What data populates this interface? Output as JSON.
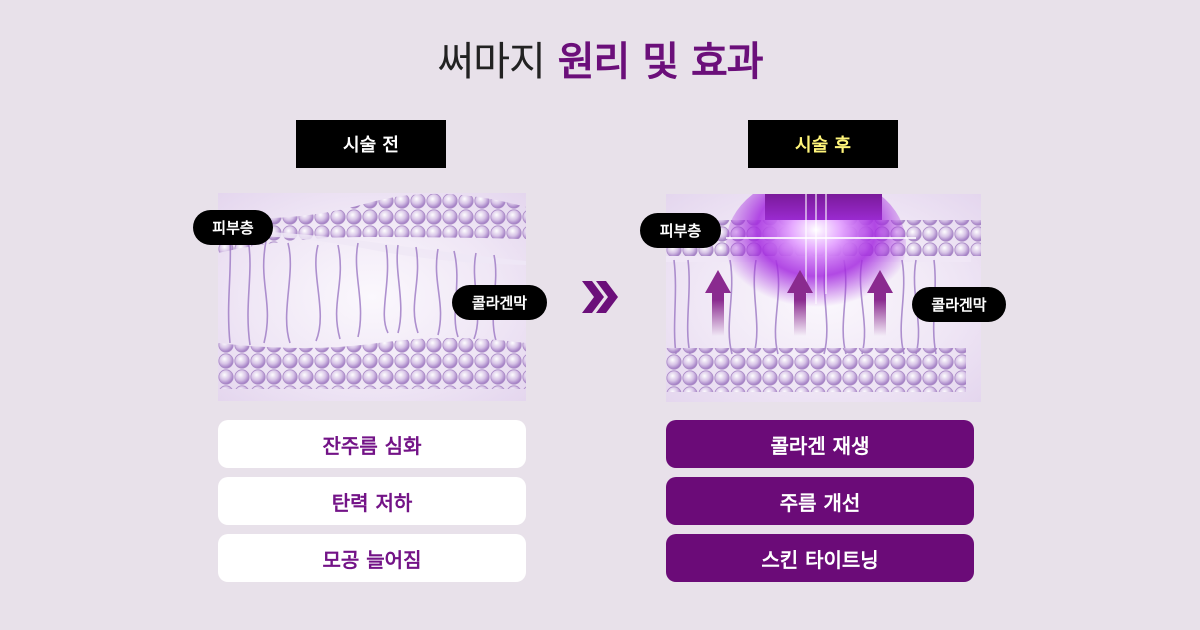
{
  "title": {
    "light": "써마지",
    "bold": "원리 및 효과",
    "bold_color": "#6b0f7a"
  },
  "before": {
    "tag": "시술 전",
    "labels": {
      "skin_layer": "피부층",
      "collagen": "콜라겐막"
    },
    "results": [
      "잔주름 심화",
      "탄력 저하",
      "모공 늘어짐"
    ]
  },
  "after": {
    "tag": "시술 후",
    "tag_color": "#fff57a",
    "labels": {
      "skin_layer": "피부층",
      "collagen": "콜라겐막"
    },
    "results": [
      "콜라겐 재생",
      "주름 개선",
      "스킨 타이트닝"
    ]
  },
  "transition_icon": "double-chevron-right-icon",
  "colors": {
    "background": "#e8e1ea",
    "accent": "#6b0b78",
    "tag_bg": "#000000"
  }
}
